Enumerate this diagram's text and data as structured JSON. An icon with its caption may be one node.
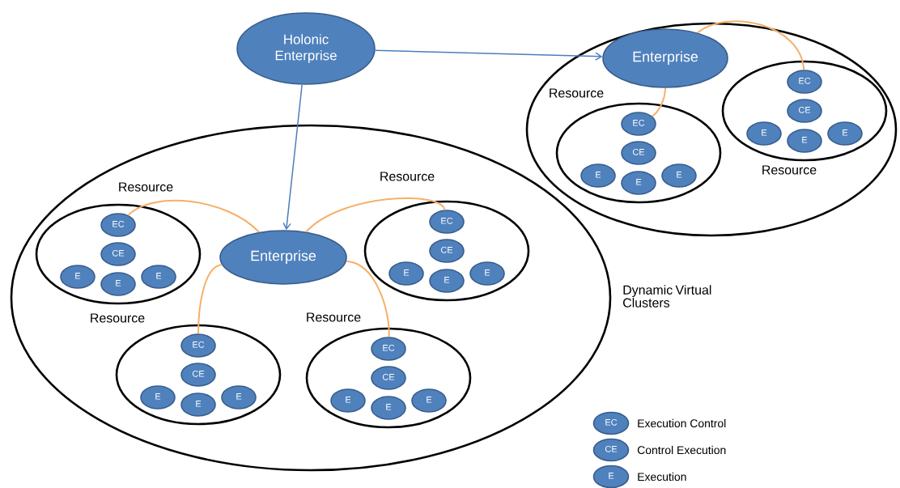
{
  "diagram": {
    "nodes": [
      {
        "text": [
          "Holonic Enterprise"
        ]
      },
      {
        "text": [],
        "shape": "ellipse"
      },
      {
        "text": [
          "Enterprise"
        ],
        "in": 1
      },
      {
        "text": [],
        "shape": "ellipse",
        "in": 1,
        "beside": [
          "Resource"
        ]
      },
      {
        "text": [
          "EC"
        ],
        "in": 3
      },
      {
        "text": [
          "CE"
        ],
        "in": 3
      },
      {
        "text": [
          "E"
        ],
        "in": 3
      },
      {
        "text": [
          "E"
        ],
        "in": 3
      },
      {
        "text": [
          "E"
        ],
        "in": 3
      },
      {
        "text": [],
        "shape": "ellipse",
        "in": 1,
        "beside": [
          "Resource"
        ]
      },
      {
        "text": [
          "EC"
        ],
        "in": 9
      },
      {
        "text": [
          "CE"
        ],
        "in": 9
      },
      {
        "text": [
          "E"
        ],
        "in": 9
      },
      {
        "text": [
          "E"
        ],
        "in": 9
      },
      {
        "text": [
          "E"
        ],
        "in": 9
      },
      {
        "text": [],
        "shape": "ellipse"
      },
      {
        "text": [
          "Enterprise"
        ],
        "in": 15
      },
      {
        "text": [],
        "shape": "ellipse",
        "in": 15,
        "beside": [
          "Resource"
        ]
      },
      {
        "text": [
          "EC"
        ],
        "in": 17
      },
      {
        "text": [
          "CE"
        ],
        "in": 17
      },
      {
        "text": [
          "E"
        ],
        "in": 17
      },
      {
        "text": [
          "E"
        ],
        "in": 17
      },
      {
        "text": [
          "E"
        ],
        "in": 17
      },
      {
        "text": [],
        "shape": "ellipse",
        "in": 15,
        "beside": [
          "Resource"
        ]
      },
      {
        "text": [
          "EC"
        ],
        "in": 23
      },
      {
        "text": [
          "CE"
        ],
        "in": 23
      },
      {
        "text": [
          "E"
        ],
        "in": 23
      },
      {
        "text": [
          "E"
        ],
        "in": 23
      },
      {
        "text": [
          "E"
        ],
        "in": 23
      },
      {
        "text": [],
        "shape": "ellipse",
        "in": 15,
        "beside": [
          "Resource"
        ]
      },
      {
        "text": [
          "EC"
        ],
        "in": 29
      },
      {
        "text": [
          "CE"
        ],
        "in": 29
      },
      {
        "text": [
          "E"
        ],
        "in": 29
      },
      {
        "text": [
          "E"
        ],
        "in": 29
      },
      {
        "text": [
          "E"
        ],
        "in": 29
      },
      {
        "text": [],
        "shape": "ellipse",
        "in": 15,
        "beside": [
          "Resource"
        ]
      },
      {
        "text": [
          "EC"
        ],
        "in": 35
      },
      {
        "text": [
          "CE"
        ],
        "in": 35
      },
      {
        "text": [
          "E"
        ],
        "in": 35
      },
      {
        "text": [
          "E"
        ],
        "in": 35
      },
      {
        "text": [
          "E"
        ],
        "in": 35
      },
      {
        "text": [
          "EC"
        ],
        "beside": [
          "Execution Control"
        ]
      },
      {
        "text": [
          "CE"
        ],
        "beside": [
          "Control Execution"
        ]
      },
      {
        "text": [
          "E"
        ],
        "beside": [
          "Execution"
        ]
      }
    ],
    "edges": [
      {
        "from": 0,
        "to": 16,
        "arrow": "to",
        "color": "#4a7ebb"
      },
      {
        "from": 0,
        "to": 2,
        "arrow": "to",
        "color": "#4a7ebb"
      },
      {
        "from": 16,
        "to": 18,
        "arrow": "none"
      },
      {
        "from": 16,
        "to": 24,
        "arrow": "none"
      },
      {
        "from": 16,
        "to": 30,
        "arrow": "none"
      },
      {
        "from": 16,
        "to": 36,
        "arrow": "none"
      },
      {
        "from": 2,
        "to": 4,
        "arrow": "none"
      },
      {
        "from": 2,
        "to": 10,
        "arrow": "none"
      }
    ],
    "labels": [
      "Dynamic Virtual Clusters"
    ]
  }
}
